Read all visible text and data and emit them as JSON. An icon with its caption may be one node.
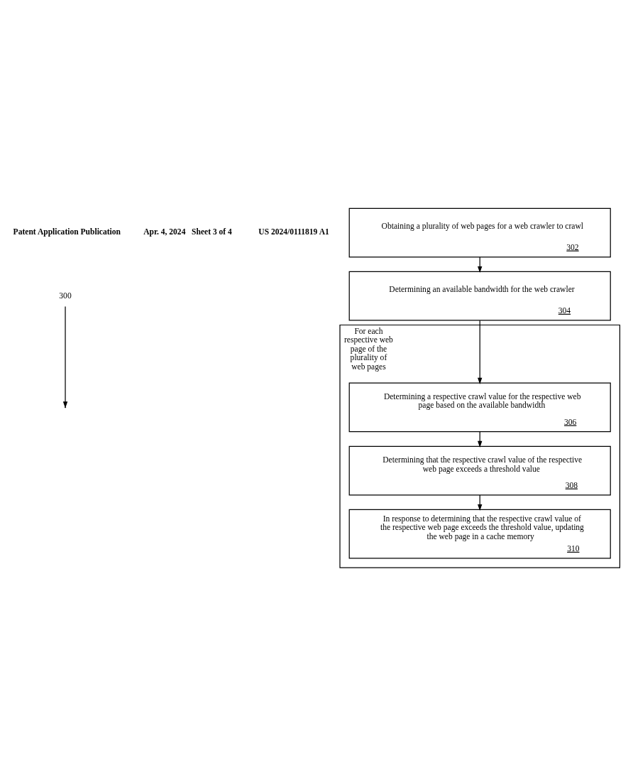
{
  "diagram": {
    "nodes": [
      {
        "text": [
          "300"
        ]
      },
      {
        "text": [
          "Obtaining a plurality of web pages for a web crawler to crawl",
          "302"
        ]
      },
      {
        "text": [
          "Determining an available bandwidth for the web crawler",
          "304"
        ]
      },
      {
        "text": [
          "For each respective web page of the plurality of web pages"
        ]
      },
      {
        "text": [
          "Determining a respective crawl value for the respective web page based on the available bandwidth",
          "306"
        ],
        "in": 3
      },
      {
        "text": [
          "Determining that the respective crawl value of the respective web page exceeds a threshold value",
          "308"
        ],
        "in": 3
      },
      {
        "text": [
          "In response to determining that the respective crawl value of the respective web page exceeds the threshold value, updating the web page in a cache memory",
          "310"
        ],
        "in": 3
      }
    ],
    "edges": [
      {
        "from": 0,
        "to": null,
        "arrow": "to"
      },
      {
        "from": 1,
        "to": 2,
        "arrow": "to"
      },
      {
        "from": 2,
        "to": 4,
        "arrow": "to"
      },
      {
        "from": 4,
        "to": 5,
        "arrow": "to"
      },
      {
        "from": 5,
        "to": 6,
        "arrow": "to"
      }
    ],
    "labels": [
      "Patent Application Publication",
      "Apr. 4, 2024   Sheet 3 of 4",
      "US 2024/0111819 A1"
    ]
  }
}
